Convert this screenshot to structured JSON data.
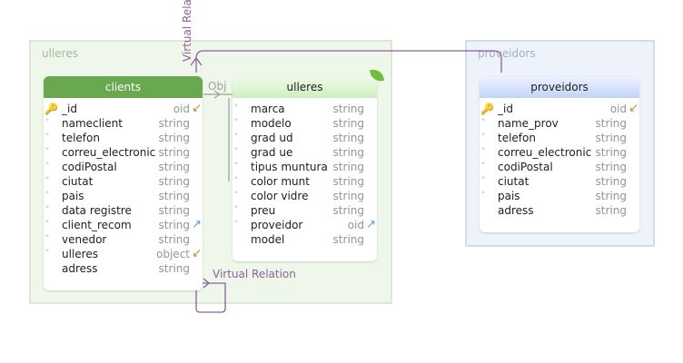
{
  "groups": {
    "ulleres": "ulleres",
    "proveidors": "proveidors"
  },
  "tables": {
    "clients": {
      "title": "clients",
      "fields": [
        {
          "name": "_id",
          "type": "oid"
        },
        {
          "name": "nameclient",
          "type": "string"
        },
        {
          "name": "telefon",
          "type": "string"
        },
        {
          "name": "correu_electronic",
          "type": "string"
        },
        {
          "name": "codiPostal",
          "type": "string"
        },
        {
          "name": "ciutat",
          "type": "string"
        },
        {
          "name": "pais",
          "type": "string"
        },
        {
          "name": "data registre",
          "type": "string"
        },
        {
          "name": "client_recom",
          "type": "string"
        },
        {
          "name": "venedor",
          "type": "string"
        },
        {
          "name": "ulleres",
          "type": "object"
        },
        {
          "name": "adress",
          "type": "string"
        }
      ]
    },
    "ulleres": {
      "title": "ulleres",
      "fields": [
        {
          "name": "marca",
          "type": "string"
        },
        {
          "name": "modelo",
          "type": "string"
        },
        {
          "name": "grad ud",
          "type": "string"
        },
        {
          "name": "grad ue",
          "type": "string"
        },
        {
          "name": "tipus muntura",
          "type": "string"
        },
        {
          "name": "color munt",
          "type": "string"
        },
        {
          "name": "color vidre",
          "type": "string"
        },
        {
          "name": "preu",
          "type": "string"
        },
        {
          "name": "proveidor",
          "type": "oid"
        },
        {
          "name": "model",
          "type": "string"
        }
      ]
    },
    "proveidors": {
      "title": "proveidors",
      "fields": [
        {
          "name": "_id",
          "type": "oid"
        },
        {
          "name": "name_prov",
          "type": "string"
        },
        {
          "name": "telefon",
          "type": "string"
        },
        {
          "name": "correu_electronic",
          "type": "string"
        },
        {
          "name": "codiPostal",
          "type": "string"
        },
        {
          "name": "ciutat",
          "type": "string"
        },
        {
          "name": "pais",
          "type": "string"
        },
        {
          "name": "adress",
          "type": "string"
        }
      ]
    }
  },
  "relations": {
    "virtual_top": "Virtual Relation",
    "virtual_bottom": "Virtual Relation",
    "obj": "Obj"
  },
  "colors": {
    "relation_line": "#8e5f9e",
    "clients_header": "#6aa84f"
  },
  "icons": {
    "primary_key": "key-icon",
    "reference": "arrow-ref-icon",
    "leaf": "leaf-icon"
  }
}
